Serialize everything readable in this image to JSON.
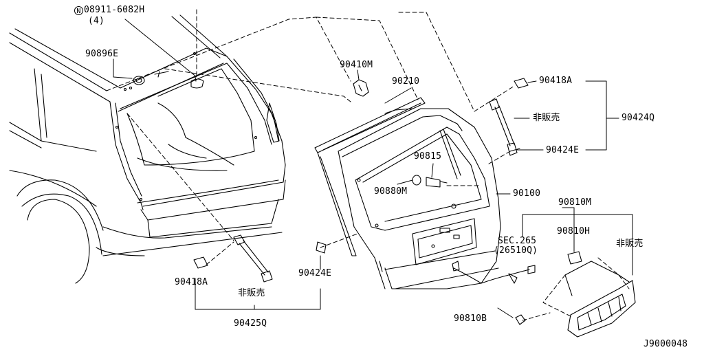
{
  "callouts": {
    "nut_part": "08911-6082H",
    "nut_symbol": "N",
    "nut_qty": "(4)",
    "grommet": "90896E",
    "bracket_top": "90410M",
    "weatherstrip": "90210",
    "stay_bolt_right": "90418A",
    "not_for_sale_right": "非販売",
    "stay_assembly_right": "90424Q",
    "stay_stud_right": "90424E",
    "bumper": "90815",
    "bumper_rubber": "90880M",
    "back_door_panel": "90100",
    "handle_assembly": "90810M",
    "handle_sub": "90810H",
    "section_ref": "SEC.265",
    "section_ref_sub": "(26510Q)",
    "not_for_sale_handle": "非販売",
    "stay_bolt_left": "90418A",
    "not_for_sale_left": "非販売",
    "stay_assembly_left": "90425Q",
    "stay_stud_left": "90424E",
    "handle_clip": "90810B",
    "diagram_id": "J9000048"
  }
}
